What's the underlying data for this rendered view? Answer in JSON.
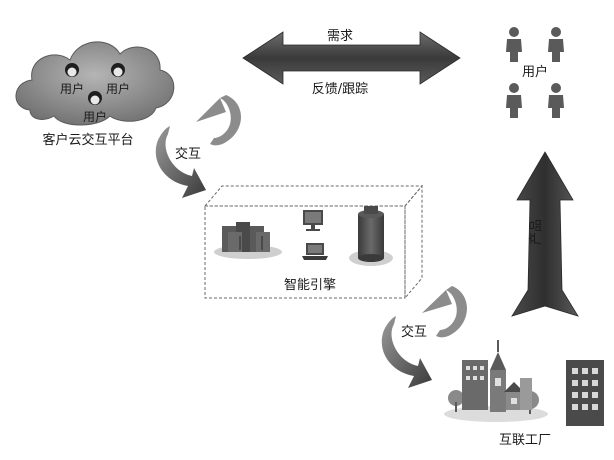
{
  "cloud": {
    "user_label_1": "用户",
    "user_label_2": "用户",
    "user_label_3": "用户",
    "caption": "客户云交互平台"
  },
  "top_arrow": {
    "label_top": "需求",
    "label_bottom": "反馈/跟踪"
  },
  "users_group": {
    "label": "用户"
  },
  "interaction_top": {
    "label": "交互"
  },
  "engine": {
    "label": "智能引擎"
  },
  "product_arrow": {
    "label": "产品"
  },
  "interaction_bottom": {
    "label": "交互"
  },
  "factory": {
    "label": "互联工厂"
  },
  "colors": {
    "dark": "#3c3c3c",
    "mid": "#7a7a7a",
    "light": "#c8c8c8",
    "cloud": "#8a8a8a"
  }
}
